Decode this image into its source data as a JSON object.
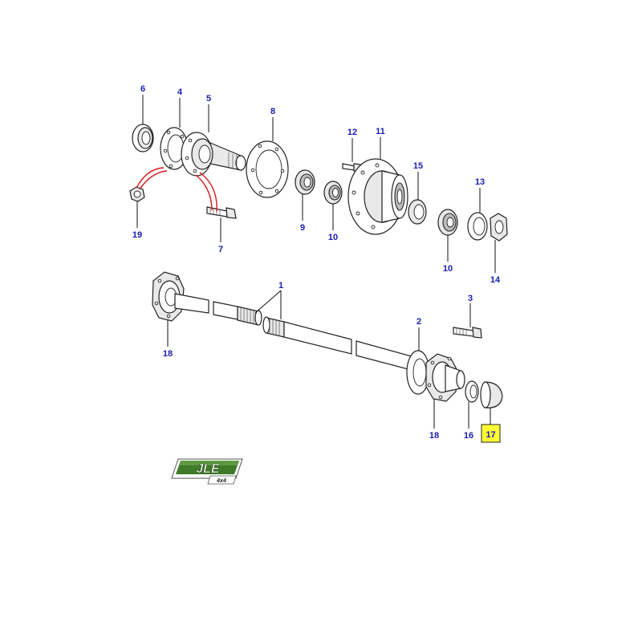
{
  "callouts": {
    "c1": "1",
    "c2": "2",
    "c3": "3",
    "c4": "4",
    "c5": "5",
    "c6": "6",
    "c7": "7",
    "c8": "8",
    "c9": "9",
    "c10a": "10",
    "c10b": "10",
    "c11": "11",
    "c12": "12",
    "c13": "13",
    "c14": "14",
    "c15": "15",
    "c16": "16",
    "c17": "17",
    "c18a": "18",
    "c18b": "18",
    "c19": "19"
  },
  "highlight": {
    "part": "17",
    "color": "#ffff33"
  },
  "colors": {
    "callout": "#1a1ab4",
    "connector": "#d71a1a",
    "logo_green": "#3f7a28"
  },
  "logo": {
    "main": "JLE",
    "sub": "4x4"
  }
}
